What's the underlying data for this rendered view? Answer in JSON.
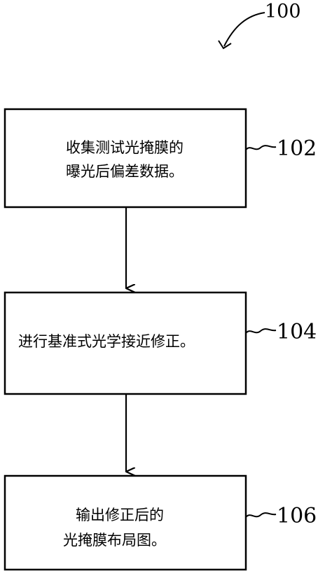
{
  "figure_ref": "100",
  "steps": [
    {
      "ref": "102",
      "lines": [
        "收集测试光掩膜的",
        "曝光后偏差数据。"
      ]
    },
    {
      "ref": "104",
      "lines": [
        "进行基准式光学接近修正。"
      ]
    },
    {
      "ref": "106",
      "lines": [
        "输出修正后的",
        "光掩膜布局图。"
      ]
    }
  ]
}
